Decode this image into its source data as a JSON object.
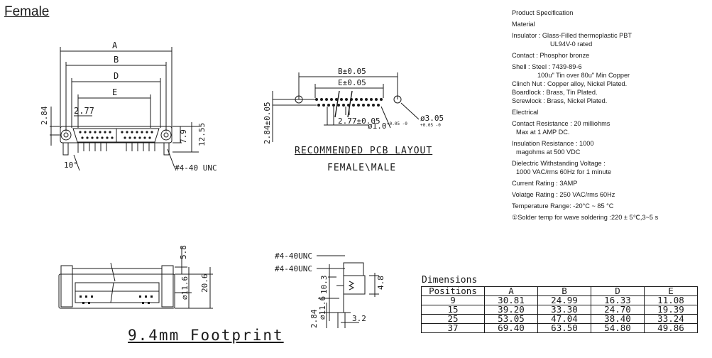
{
  "title": "Female",
  "front_view": {
    "dim_a": "A",
    "dim_b": "B",
    "dim_d": "D",
    "dim_e": "E",
    "pitch": "2.77",
    "height_left": "2.84",
    "height_right_1": "7.9",
    "height_right_2": "12.55",
    "angle": "10°",
    "screw": "#4-40 UNC"
  },
  "pcb_layout": {
    "b_dim": "B±0.05",
    "e_dim": "E±0.05",
    "pitch": "2.77±0.05",
    "row_gap": "2.84±0.05",
    "hole_small": "ø1.0",
    "hole_small_tol": "+0.05 -0",
    "hole_large": "ø3.05",
    "hole_large_tol": "+0.05 -0",
    "title": "RECOMMENDED PCB LAYOUT",
    "subtitle": "FEMALE\\MALE"
  },
  "footprint_view": {
    "dim_top": "5.8",
    "dim_mid": "⌀11.6",
    "dim_total": "20.6",
    "title": "9.4mm Footprint"
  },
  "side_view": {
    "screw_1": "#4-40UNC",
    "screw_2": "#4-40UNC",
    "dim_103": "10.3",
    "dim_48": "4.8",
    "dim_284": "2.84",
    "dim_116": "⌀11.6",
    "dim_32": "3.2"
  },
  "spec": {
    "heading": "Product Specification",
    "material": "Material",
    "insulator": "Insulator : Glass-Filled thermoplastic PBT",
    "insulator_2": "UL94V-0 rated",
    "contact": "Contact : Phosphor bronze",
    "shell": "Shell : Steel : 7439-89-6",
    "shell_2": "100u\" Tin over 80u\" Min Copper",
    "clinch": "Clinch Nut : Copper alloy, Nickel Plated.",
    "boardlock": "Boardlock : Brass, Tin Plated.",
    "screwlock": "Screwlock : Brass, Nickel Plated.",
    "electrical": "Electrical",
    "contact_res": "Contact Resistance : 20 milliohms",
    "contact_res_2": "Max at 1 AMP DC.",
    "insul_res": "Insulation Resistance : 1000",
    "insul_res_2": "magohms at 500 VDC",
    "dielectric": "Dielectric Withstanding Voltage :",
    "dielectric_2": "1000 VAC/rms 60Hz for 1 minute",
    "current": "Current Rating : 3AMP",
    "voltage": "Volatge Rating : 250 VAC/rms 60Hz",
    "temp": "Temperature Range: -20°C ~ 85 °C",
    "solder": "①Solder temp for wave soldering :220 ± 5℃,3~5 s"
  },
  "dimensions": {
    "title": "Dimensions",
    "headers": [
      "Positions",
      "A",
      "B",
      "D",
      "E"
    ],
    "rows": [
      [
        "9",
        "30.81",
        "24.99",
        "16.33",
        "11.08"
      ],
      [
        "15",
        "39.20",
        "33.30",
        "24.70",
        "19.39"
      ],
      [
        "25",
        "53.05",
        "47.04",
        "38.40",
        "33.24"
      ],
      [
        "37",
        "69.40",
        "63.50",
        "54.80",
        "49.86"
      ]
    ]
  }
}
